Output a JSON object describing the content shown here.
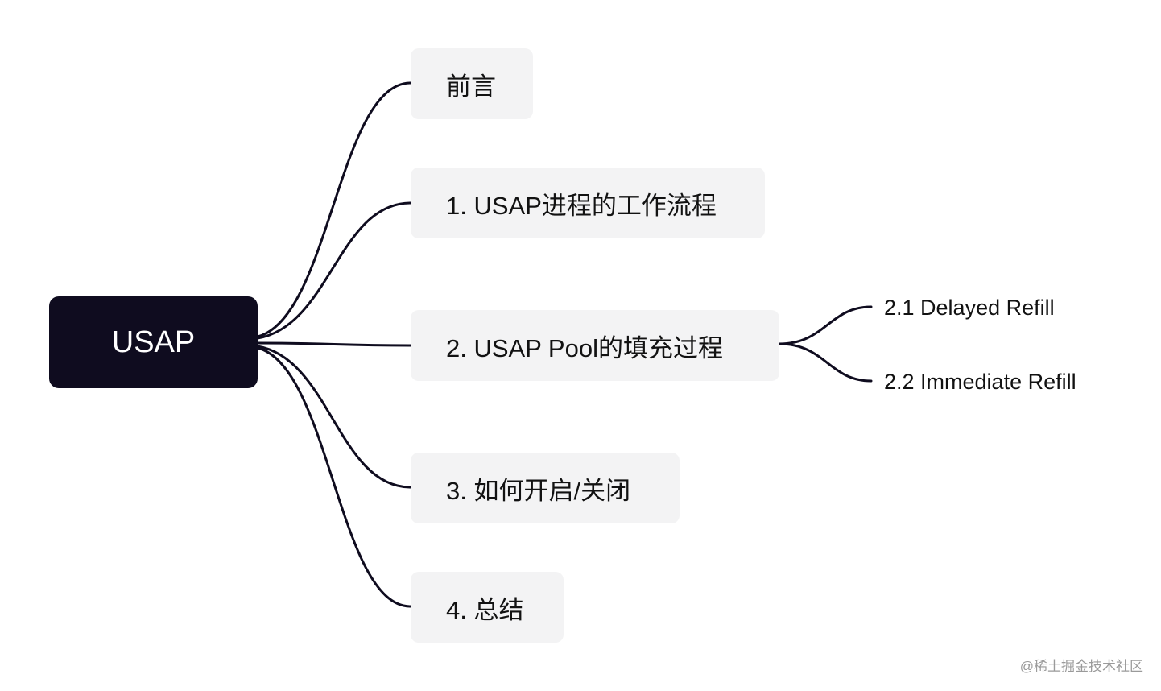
{
  "root": {
    "label": "USAP"
  },
  "branches": [
    {
      "label": "前言"
    },
    {
      "label": "1. USAP进程的工作流程"
    },
    {
      "label": "2. USAP Pool的填充过程"
    },
    {
      "label": "3. 如何开启/关闭"
    },
    {
      "label": "4. 总结"
    }
  ],
  "leaves": [
    {
      "label": "2.1 Delayed Refill"
    },
    {
      "label": "2.2 Immediate Refill"
    }
  ],
  "watermark": "@稀土掘金技术社区",
  "colors": {
    "root_fill": "#0f0c1f",
    "branch_fill": "#f3f3f4",
    "connector": "#0f0c1f",
    "text": "#121212",
    "watermark": "#9a9a9a"
  }
}
